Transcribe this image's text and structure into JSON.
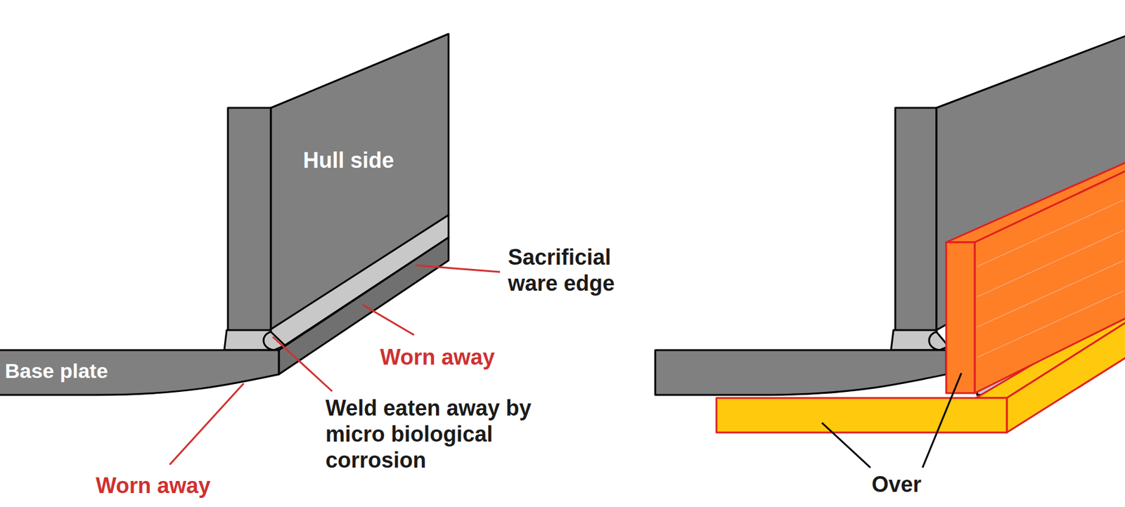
{
  "diagram": {
    "labels": [
      "Hull side",
      "Base plate",
      "Sacrificial ware edge",
      "Worn away",
      "Weld eaten away by micro biological corrosion",
      "Worn away",
      "Over"
    ]
  }
}
